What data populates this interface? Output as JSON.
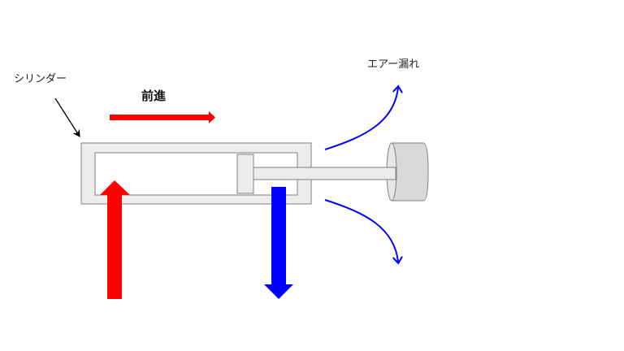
{
  "labels": {
    "cylinder": "シリンダー",
    "forward": "前進",
    "air_leak": "エアー漏れ"
  },
  "colors": {
    "supply_arrow": "#ff0000",
    "exhaust_arrow": "#0000ff",
    "leak_arrow": "#0000ff",
    "body_fill": "#ececec",
    "load_fill": "#d9d9d9",
    "outline": "#808080"
  }
}
